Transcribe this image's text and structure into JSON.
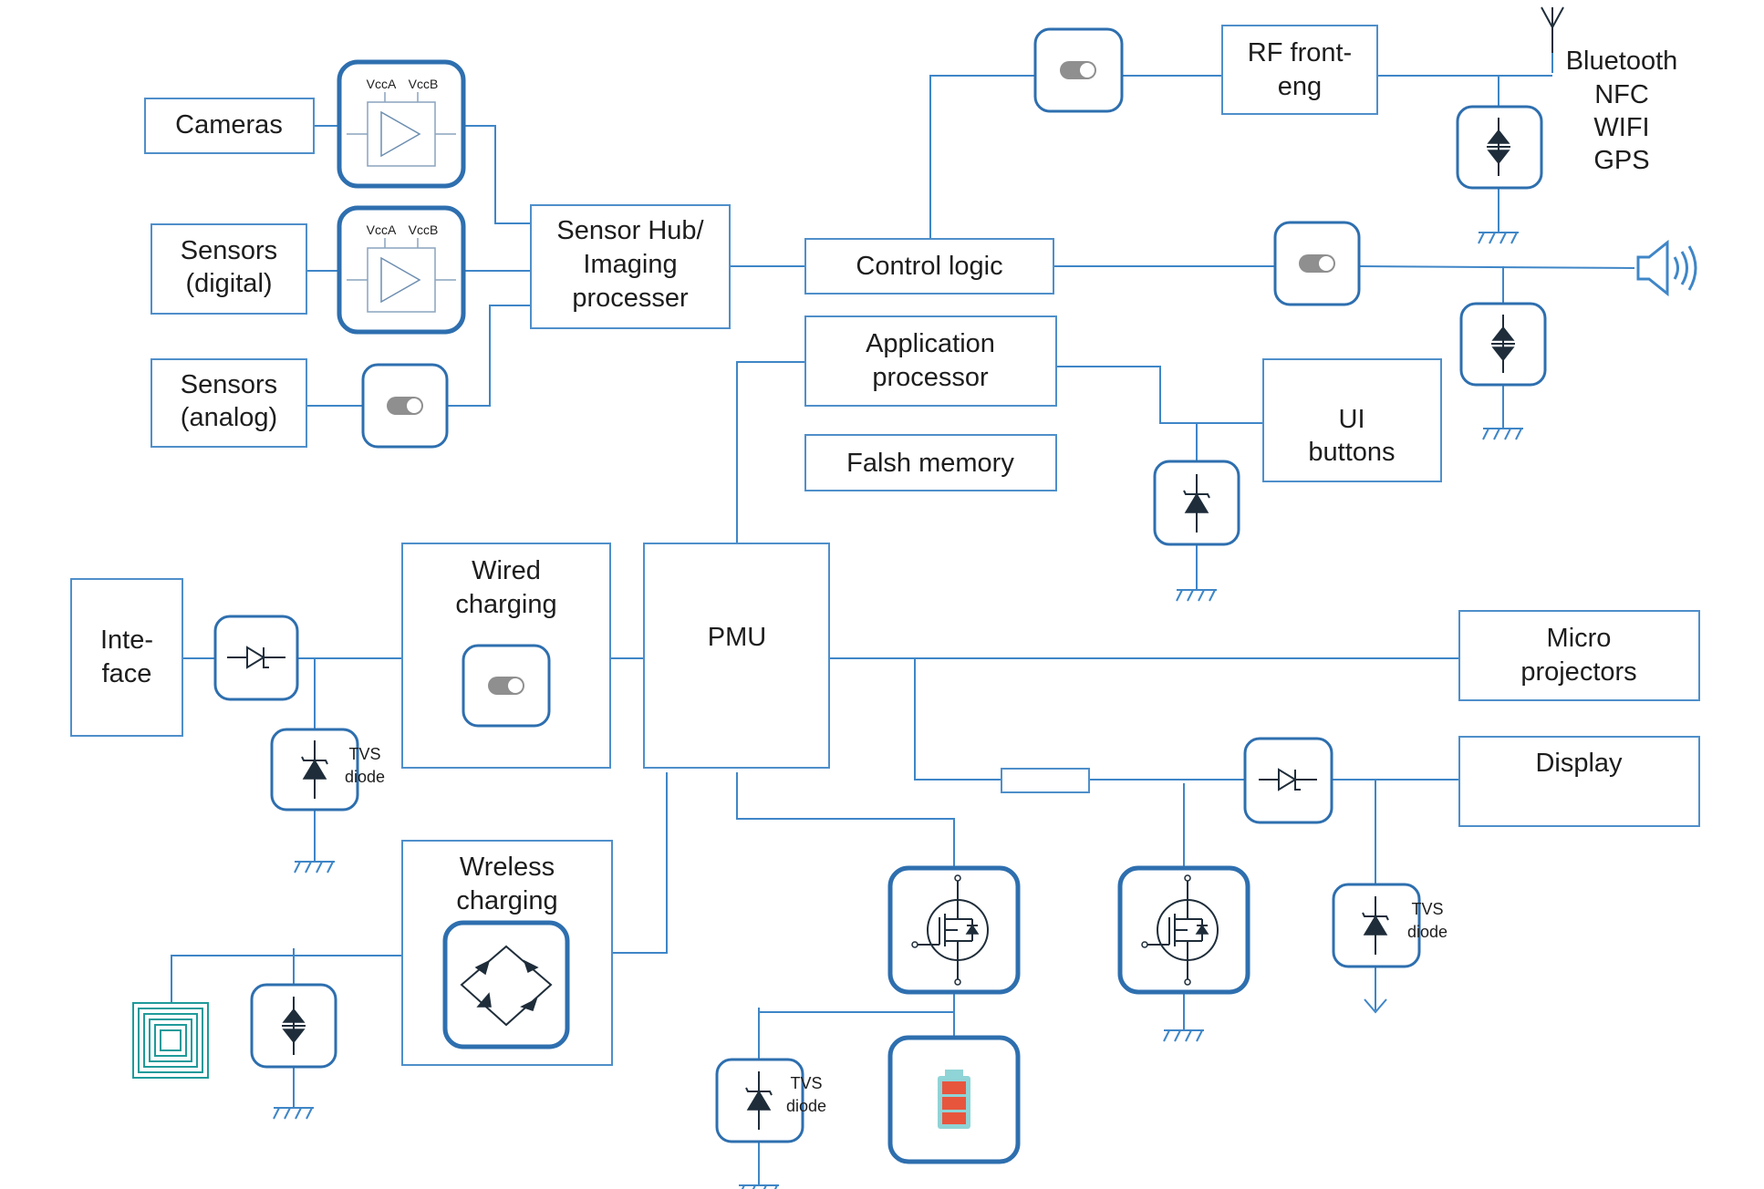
{
  "blocks": {
    "cameras": "Cameras",
    "sensors_digital": [
      "Sensors",
      "(digital)"
    ],
    "sensors_analog": [
      "Sensors",
      "(analog)"
    ],
    "sensor_hub": [
      "Sensor Hub/",
      "Imaging",
      "processer"
    ],
    "control_logic": "Control logic",
    "rf_frontend": [
      "RF front-",
      "eng"
    ],
    "radios": [
      "Bluetooth",
      "NFC",
      "WIFI",
      "GPS"
    ],
    "app_processor": [
      "Application",
      "processor"
    ],
    "flash_memory": "Falsh memory",
    "ui_buttons": [
      "UI",
      "buttons"
    ],
    "interface": [
      "Inte-",
      "face"
    ],
    "wired_charging": [
      "Wired",
      "charging"
    ],
    "pmu": "PMU",
    "micro_projectors": [
      "Micro",
      "projectors"
    ],
    "display": "Display",
    "wireless_charging": [
      "Wreless",
      "charging"
    ]
  },
  "level_shifter": {
    "pin_a": "VccA",
    "pin_b": "VccB"
  },
  "tvs_label": [
    "TVS",
    "diode"
  ],
  "icons": [
    "toggle-switch-icon",
    "tvs-diode-icon",
    "mosfet-icon",
    "battery-icon",
    "speaker-icon",
    "antenna-icon",
    "ground-icon",
    "bridge-rectifier-icon",
    "nfc-coil-icon",
    "level-shifter-icon",
    "resistor-icon",
    "ideal-diode-icon"
  ],
  "colors": {
    "wire": "#3f86c7",
    "component_border": "#2e6faf",
    "battery": "#e8553d",
    "coil": "#1f9a9a"
  }
}
